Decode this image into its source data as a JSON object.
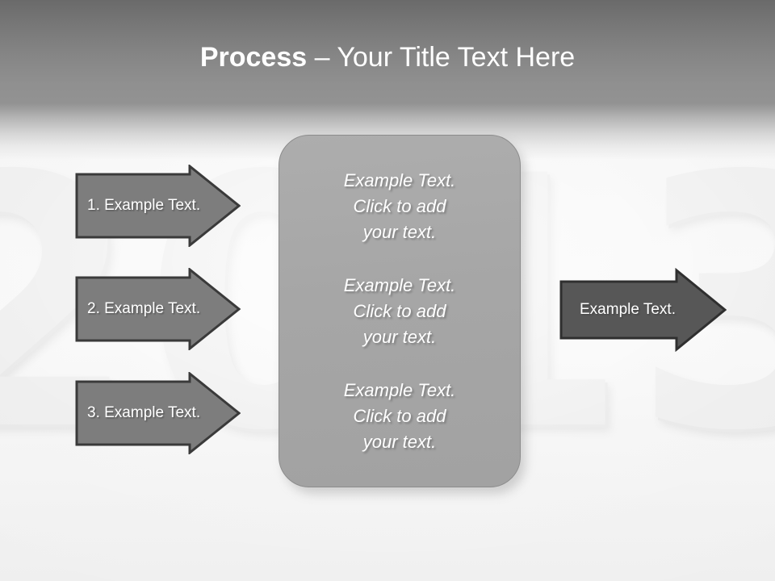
{
  "slide": {
    "title": {
      "bold_part": "Process",
      "separator": " – ",
      "rest": "Your Title Text Here",
      "full": "Process – Your Title Text Here"
    },
    "background_watermark": "2013"
  },
  "left_arrows": [
    {
      "label": "1. Example Text."
    },
    {
      "label": "2. Example Text."
    },
    {
      "label": "3. Example Text."
    }
  ],
  "center_panel": {
    "blocks": [
      {
        "line1": "Example Text.",
        "line2": "Click  to add",
        "line3": "your text.",
        "text": "Example Text. Click  to add your text."
      },
      {
        "line1": "Example Text.",
        "line2": "Click  to add",
        "line3": "your text.",
        "text": "Example Text. Click  to add your text."
      },
      {
        "line1": "Example Text.",
        "line2": "Click  to add",
        "line3": "your text.",
        "text": "Example Text. Click  to add your text."
      }
    ]
  },
  "right_arrow": {
    "label": "Example Text."
  },
  "colors": {
    "header_top": "#6a6a6a",
    "header_bottom": "#929292",
    "title_text": "#ffffff",
    "left_arrow_fill": "#7d7d7d",
    "left_arrow_border": "#3a3a3a",
    "right_arrow_fill": "#575757",
    "right_arrow_border": "#2f2f2f",
    "panel_fill": "#a8a8a8",
    "panel_border": "#8c8c8c",
    "watermark": "#e9e9e9",
    "slide_background": "#f4f4f4"
  }
}
